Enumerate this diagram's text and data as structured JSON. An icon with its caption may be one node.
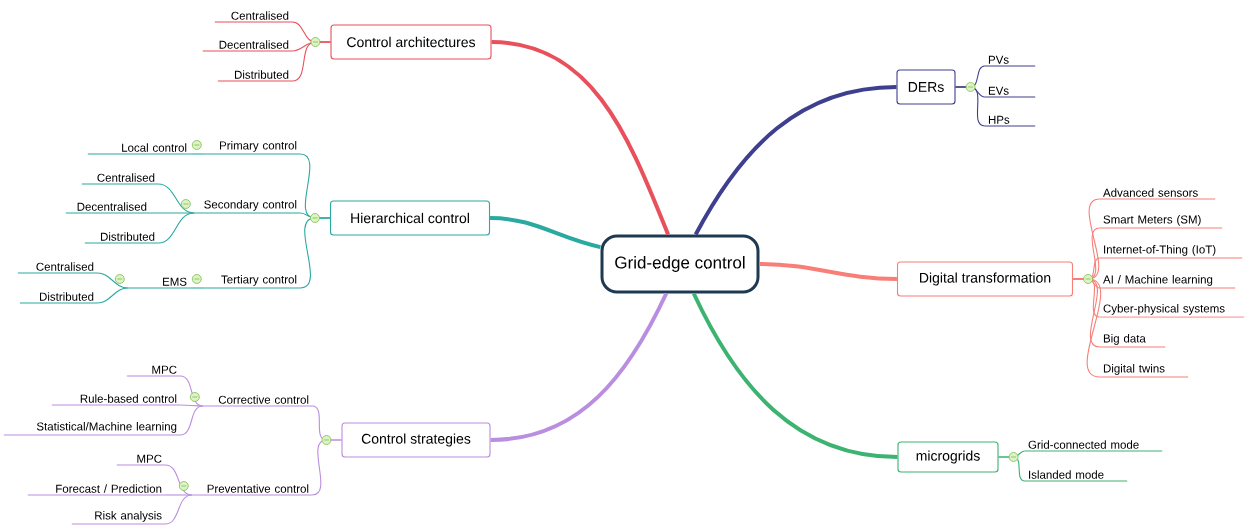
{
  "diagram": {
    "nodes": [
      {
        "text": [
          "Grid-edge control"
        ]
      },
      {
        "text": [
          "Control architectures"
        ]
      },
      {
        "text": [
          "Centralised"
        ]
      },
      {
        "text": [
          "Decentralised"
        ]
      },
      {
        "text": [
          "Distributed"
        ]
      },
      {
        "text": [
          "Hierarchical control"
        ]
      },
      {
        "text": [
          "Primary control"
        ]
      },
      {
        "text": [
          "Local control"
        ]
      },
      {
        "text": [
          "Secondary control"
        ]
      },
      {
        "text": [
          "Centralised"
        ]
      },
      {
        "text": [
          "Decentralised"
        ]
      },
      {
        "text": [
          "Distributed"
        ]
      },
      {
        "text": [
          "Tertiary control"
        ]
      },
      {
        "text": [
          "EMS"
        ]
      },
      {
        "text": [
          "Centralised"
        ]
      },
      {
        "text": [
          "Distributed"
        ]
      },
      {
        "text": [
          "Control strategies"
        ]
      },
      {
        "text": [
          "Corrective control"
        ]
      },
      {
        "text": [
          "MPC"
        ]
      },
      {
        "text": [
          "Rule-based control"
        ]
      },
      {
        "text": [
          "Statistical/Machine learning"
        ]
      },
      {
        "text": [
          "Preventative control"
        ]
      },
      {
        "text": [
          "MPC"
        ]
      },
      {
        "text": [
          "Forecast / Prediction"
        ]
      },
      {
        "text": [
          "Risk analysis"
        ]
      },
      {
        "text": [
          "DERs"
        ]
      },
      {
        "text": [
          "PVs"
        ]
      },
      {
        "text": [
          "EVs"
        ]
      },
      {
        "text": [
          "HPs"
        ]
      },
      {
        "text": [
          "Digital transformation"
        ]
      },
      {
        "text": [
          "Advanced sensors"
        ]
      },
      {
        "text": [
          "Smart Meters (SM)"
        ]
      },
      {
        "text": [
          "Internet-of-Thing (IoT)"
        ]
      },
      {
        "text": [
          "AI / Machine learning"
        ]
      },
      {
        "text": [
          "Cyber-physical systems"
        ]
      },
      {
        "text": [
          "Big data"
        ]
      },
      {
        "text": [
          "Digital twins"
        ]
      },
      {
        "text": [
          "microgrids"
        ]
      },
      {
        "text": [
          "Grid-connected mode"
        ]
      },
      {
        "text": [
          "Islanded mode"
        ]
      }
    ],
    "edges": [
      {
        "from": 0,
        "to": 1,
        "arrow": "none",
        "style": "thick",
        "color": "#e8505b"
      },
      {
        "from": 1,
        "to": 2,
        "arrow": "none",
        "color": "#e8505b"
      },
      {
        "from": 1,
        "to": 3,
        "arrow": "none",
        "color": "#e8505b"
      },
      {
        "from": 1,
        "to": 4,
        "arrow": "none",
        "color": "#e8505b"
      },
      {
        "from": 0,
        "to": 5,
        "arrow": "none",
        "style": "thick",
        "color": "#2aa9a0"
      },
      {
        "from": 5,
        "to": 6,
        "arrow": "none",
        "color": "#2aa9a0"
      },
      {
        "from": 6,
        "to": 7,
        "arrow": "none",
        "color": "#2aa9a0"
      },
      {
        "from": 5,
        "to": 8,
        "arrow": "none",
        "color": "#2aa9a0"
      },
      {
        "from": 8,
        "to": 9,
        "arrow": "none",
        "color": "#2aa9a0"
      },
      {
        "from": 8,
        "to": 10,
        "arrow": "none",
        "color": "#2aa9a0"
      },
      {
        "from": 8,
        "to": 11,
        "arrow": "none",
        "color": "#2aa9a0"
      },
      {
        "from": 5,
        "to": 12,
        "arrow": "none",
        "color": "#2aa9a0"
      },
      {
        "from": 12,
        "to": 13,
        "arrow": "none",
        "color": "#2aa9a0"
      },
      {
        "from": 13,
        "to": 14,
        "arrow": "none",
        "color": "#2aa9a0"
      },
      {
        "from": 13,
        "to": 15,
        "arrow": "none",
        "color": "#2aa9a0"
      },
      {
        "from": 0,
        "to": 16,
        "arrow": "none",
        "style": "thick",
        "color": "#b98ee0"
      },
      {
        "from": 16,
        "to": 17,
        "arrow": "none",
        "color": "#b98ee0"
      },
      {
        "from": 17,
        "to": 18,
        "arrow": "none",
        "color": "#b98ee0"
      },
      {
        "from": 17,
        "to": 19,
        "arrow": "none",
        "color": "#b98ee0"
      },
      {
        "from": 17,
        "to": 20,
        "arrow": "none",
        "color": "#b98ee0"
      },
      {
        "from": 16,
        "to": 21,
        "arrow": "none",
        "color": "#b98ee0"
      },
      {
        "from": 21,
        "to": 22,
        "arrow": "none",
        "color": "#b98ee0"
      },
      {
        "from": 21,
        "to": 23,
        "arrow": "none",
        "color": "#b98ee0"
      },
      {
        "from": 21,
        "to": 24,
        "arrow": "none",
        "color": "#b98ee0"
      },
      {
        "from": 0,
        "to": 25,
        "arrow": "none",
        "style": "thick",
        "color": "#3e3f8f"
      },
      {
        "from": 25,
        "to": 26,
        "arrow": "none",
        "color": "#3e3f8f"
      },
      {
        "from": 25,
        "to": 27,
        "arrow": "none",
        "color": "#3e3f8f"
      },
      {
        "from": 25,
        "to": 28,
        "arrow": "none",
        "color": "#3e3f8f"
      },
      {
        "from": 0,
        "to": 29,
        "arrow": "none",
        "style": "thick",
        "color": "#f87f78"
      },
      {
        "from": 29,
        "to": 30,
        "arrow": "none",
        "color": "#f87f78"
      },
      {
        "from": 29,
        "to": 31,
        "arrow": "none",
        "color": "#f87f78"
      },
      {
        "from": 29,
        "to": 32,
        "arrow": "none",
        "color": "#f87f78"
      },
      {
        "from": 29,
        "to": 33,
        "arrow": "none",
        "color": "#f87f78"
      },
      {
        "from": 29,
        "to": 34,
        "arrow": "none",
        "color": "#f87f78"
      },
      {
        "from": 29,
        "to": 35,
        "arrow": "none",
        "color": "#f87f78"
      },
      {
        "from": 29,
        "to": 36,
        "arrow": "none",
        "color": "#f87f78"
      },
      {
        "from": 0,
        "to": 37,
        "arrow": "none",
        "style": "thick",
        "color": "#3cb371"
      },
      {
        "from": 37,
        "to": 38,
        "arrow": "none",
        "color": "#3cb371"
      },
      {
        "from": 37,
        "to": 39,
        "arrow": "none",
        "color": "#3cb371"
      }
    ]
  }
}
